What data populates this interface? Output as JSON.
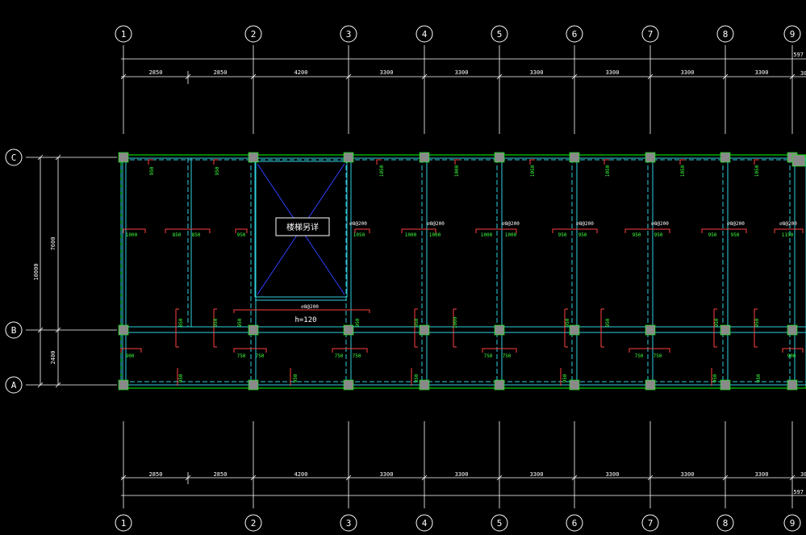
{
  "grid_axes": [
    "1",
    "2",
    "3",
    "4",
    "5",
    "6",
    "7",
    "8",
    "9"
  ],
  "row_axes": [
    "C",
    "B",
    "A"
  ],
  "bay_dims": [
    "2850",
    "2850",
    "4200",
    "3300",
    "3300",
    "3300",
    "3300",
    "3300",
    "3300"
  ],
  "overall_top": "597",
  "overall_bottom": "597",
  "edge_dim_right": "30",
  "left_dims": {
    "total": "10000",
    "upper": "7600",
    "lower": "2400"
  },
  "stair_label": "楼梯另详",
  "slab_thickness": "h=120",
  "slab_tag": "⌀8@200",
  "upper_rebar_tags": [
    "⌀8@200",
    "⌀8@200",
    "⌀8@200",
    "⌀8@200",
    "⌀8@200",
    "⌀8@200",
    "⌀8@200"
  ],
  "top_support_labels": [
    "950",
    "950",
    "1050",
    "1000",
    "1050",
    "1050",
    "1050",
    "1050"
  ],
  "mid_upper_labels": [
    "1000",
    "850",
    "850",
    "950",
    "1050",
    "1000",
    "1000",
    "1000",
    "1000",
    "950",
    "950",
    "950",
    "950",
    "950",
    "950",
    "1150"
  ],
  "mid_lower_labels": [
    "850",
    "950",
    "950",
    "950",
    "1000",
    "950",
    "950",
    "950",
    "950",
    "950"
  ],
  "corridor_labels": [
    "900",
    "750",
    "750",
    "750",
    "750",
    "750",
    "750",
    "750",
    "750",
    "900"
  ],
  "bottom_labels": [
    "950",
    "950",
    "950",
    "950",
    "950",
    "950"
  ]
}
